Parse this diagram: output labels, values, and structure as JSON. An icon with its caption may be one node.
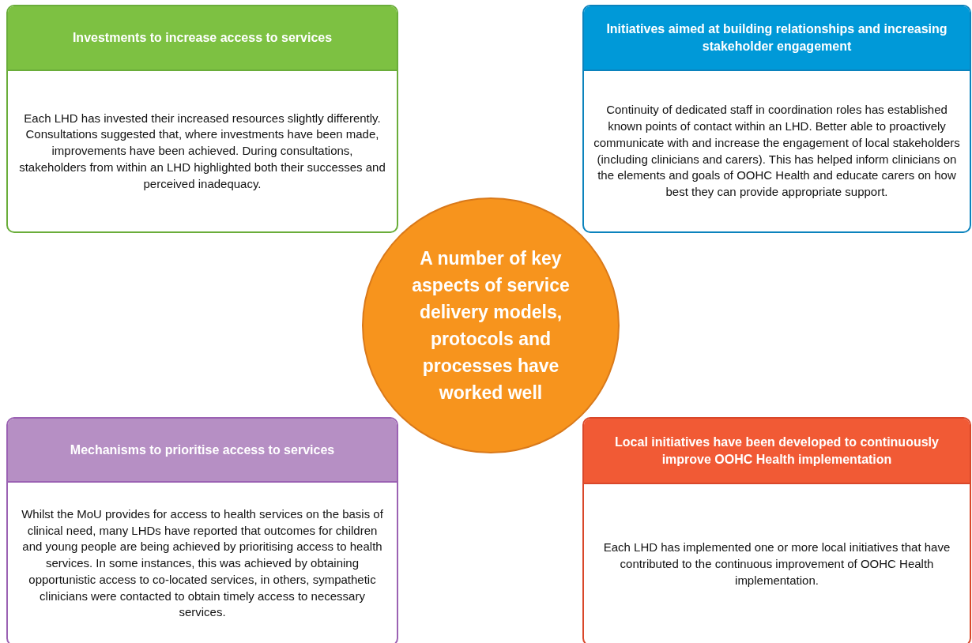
{
  "diagram": {
    "nodes": [
      {
        "text": [
          "Investments to increase access to services",
          "Each LHD has invested their increased resources slightly differently. Consultations suggested that, where investments have been made, improvements have been achieved. During consultations, stakeholders from within an LHD highlighted both their successes and perceived inadequacy."
        ]
      },
      {
        "text": [
          "Initiatives aimed at building relationships and increasing stakeholder engagement",
          "Continuity of dedicated staff in coordination roles has established known points of contact within an LHD. Better able to proactively communicate with and increase the engagement of local stakeholders (including clinicians and carers). This has helped inform clinicians on the elements and goals of OOHC Health and educate carers on how best they can provide appropriate support."
        ]
      },
      {
        "text": [
          "A number of key aspects of service delivery models, protocols and processes have worked well"
        ]
      },
      {
        "text": [
          "Mechanisms to prioritise access to services",
          "Whilst the MoU provides for access to health services on the basis of clinical need, many LHDs have reported that outcomes for children and young people are being achieved by prioritising access to health services. In some instances, this was achieved by obtaining opportunistic access to co-located services, in others, sympathetic clinicians were contacted to obtain timely access to necessary services."
        ]
      },
      {
        "text": [
          "Local initiatives have been developed to continuously improve OOHC Health implementation",
          "Each LHD has implemented one or more local initiatives that have contributed to the continuous improvement of OOHC Health implementation."
        ]
      }
    ]
  }
}
